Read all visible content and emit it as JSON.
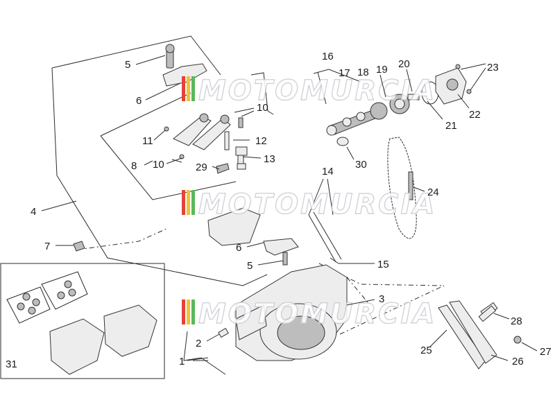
{
  "diagram": {
    "watermark": "MOTOMURCIA",
    "callouts": [
      "1",
      "2",
      "3",
      "4",
      "5",
      "6",
      "7",
      "8",
      "10",
      "11",
      "12",
      "13",
      "14",
      "15",
      "16",
      "17",
      "18",
      "19",
      "20",
      "21",
      "22",
      "23",
      "24",
      "25",
      "26",
      "27",
      "28",
      "29",
      "30",
      "31"
    ],
    "colors": {
      "line": "#2a2a2a",
      "part_fill": "#ededed",
      "stripe_red": "#e0443c",
      "stripe_yellow": "#f2c230",
      "stripe_green": "#5bb85c",
      "watermark_outline": "#c9ccd2"
    }
  }
}
